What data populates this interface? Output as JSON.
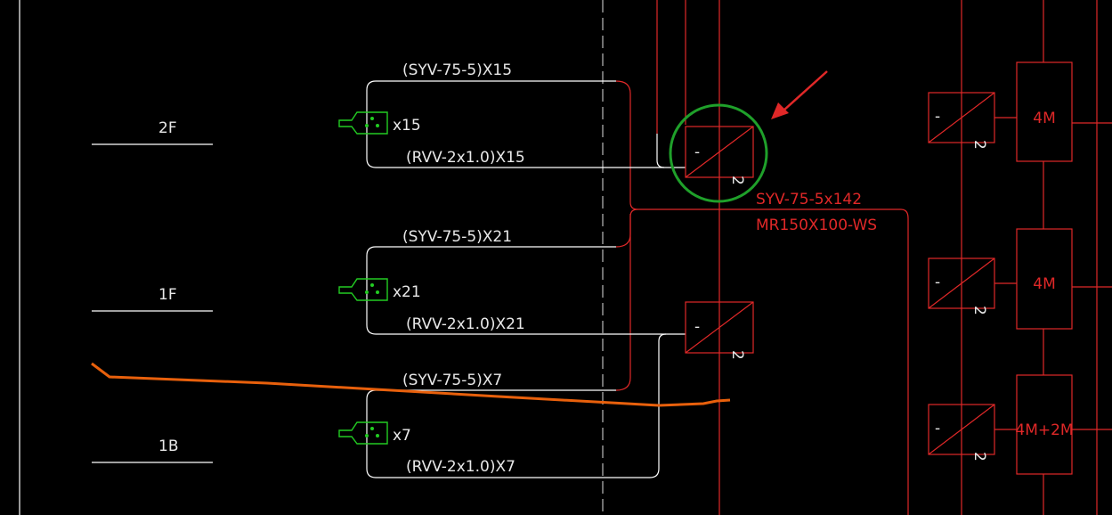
{
  "colors": {
    "background": "#000000",
    "wire_white": "#ffffff",
    "wire_red": "#e02828",
    "camera_green": "#22cc22",
    "highlight_green": "#1fa02a",
    "annotation_orange": "#e8600c",
    "arrow_red": "#e02828"
  },
  "floors": [
    {
      "label": "2F",
      "camera_count": "x15",
      "video_cable": "(SYV-75-5)X15",
      "power_cable": "(RVV-2x1.0)X15"
    },
    {
      "label": "1F",
      "camera_count": "x21",
      "video_cable": "(SYV-75-5)X21",
      "power_cable": "(RVV-2x1.0)X21"
    },
    {
      "label": "1B",
      "camera_count": "x7",
      "video_cable": "(SYV-75-5)X7",
      "power_cable": "(RVV-2x1.0)X7"
    }
  ],
  "trunk": {
    "cable": "SYV-75-5x142",
    "tray": "MR150X100-WS"
  },
  "converters": {
    "symbol_text": "-",
    "side_mark": "2"
  },
  "right_units": [
    {
      "label": "4M"
    },
    {
      "label": "4M"
    },
    {
      "label": "4M+2M"
    }
  ],
  "icons": {
    "camera": "camera-icon",
    "arrow": "arrow-icon",
    "highlight": "highlight-circle"
  }
}
